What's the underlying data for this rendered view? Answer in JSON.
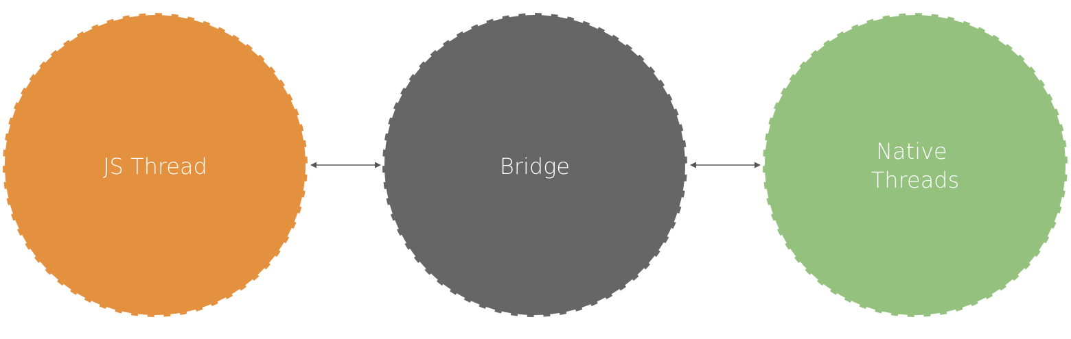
{
  "nodes": [
    {
      "id": "js",
      "label": "JS Thread",
      "lines": [
        "JS Thread"
      ],
      "color": "#E4913F"
    },
    {
      "id": "bridge",
      "label": "Bridge",
      "lines": [
        "Bridge"
      ],
      "color": "#666666"
    },
    {
      "id": "native",
      "label": "Native Threads",
      "lines": [
        "Native",
        "Threads"
      ],
      "color": "#94C27E"
    }
  ],
  "edges": [
    {
      "from": "js",
      "to": "bridge",
      "direction": "bidirectional"
    },
    {
      "from": "bridge",
      "to": "native",
      "direction": "bidirectional"
    }
  ],
  "style": {
    "border_color": "#ffffff",
    "border": "dashed",
    "connector_color": "#555555",
    "label_color": "#ffffff"
  }
}
